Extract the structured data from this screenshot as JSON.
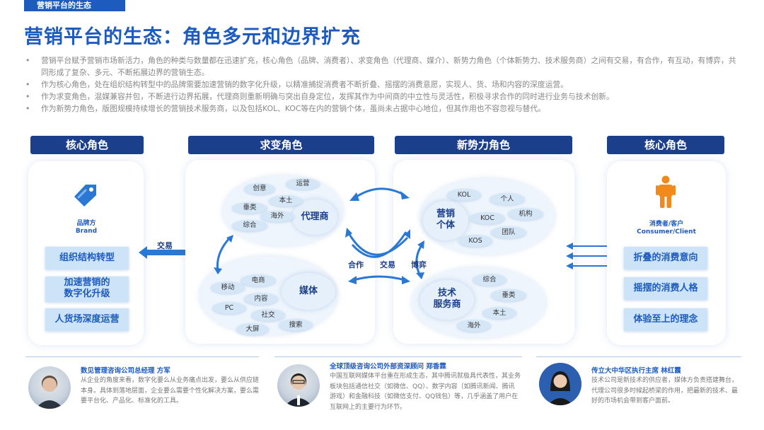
{
  "header": {
    "tag": "营销平台的生态",
    "title": "营销平台的生态：角色多元和边界扩充",
    "bullets": [
      "营销平台赋予营销市场新活力，角色的种类与数量都在迅速扩充，核心角色（品牌、消费者）、求变角色（代理商、媒介）、新势力角色（个体新势力、技术服务商）之间有交易，有合作，有互动，有博弈，共同形成了复杂、多元、不断拓展边界的营销生态。",
      "作为核心角色，处在组织结构转型中的品牌需要加速营销的数字化升级，以精准捕捉消费者不断折叠、摇摆的消费意愿，实现人、货、场和内容的深度运营。",
      "作为求变角色，混媒兼容并包，不断进行边界拓展，代理商则重新明确与突出自身定位，发挥其作为中间商的中立性与灵活性，积极寻求合作的同时进行业务与技术创新。",
      "作为新势力角色，版图规模持续增长的营销技术服务商，以及包括KOL、KOC等在内的营销个体，虽尚未占据中心地位，但其作用也不容忽视与替代。"
    ]
  },
  "sections": {
    "core_left": "核心角色",
    "change": "求变角色",
    "new_force": "新势力角色",
    "core_right": "核心角色"
  },
  "brand": {
    "label_cn": "品牌方",
    "label_en": "Brand",
    "icon": "price-tag-icon",
    "items": [
      "组织结构转型",
      "加速营销的数字化升级",
      "人货场深度运营"
    ],
    "items_display": [
      "组织结构转型",
      "加速营销的\n数字化升级",
      "人货场深度运营"
    ]
  },
  "consumer": {
    "label": "消费者/客户",
    "label_en": "Consumer/Client",
    "icon": "person-icon",
    "items": [
      "折叠的消费意向",
      "摇摆的消费人格",
      "体验至上的理念"
    ]
  },
  "arrows": {
    "trade": "交易",
    "cooperate": "合作",
    "trade_mid": "交易",
    "game": "博弈"
  },
  "agency": {
    "name": "代理商",
    "tags": [
      "创意",
      "运营",
      "本土",
      "垂类",
      "海外",
      "综合"
    ]
  },
  "media": {
    "name": "媒体",
    "tags": [
      "电商",
      "移动",
      "内容",
      "PC",
      "社交",
      "大屏",
      "搜索"
    ]
  },
  "individual": {
    "name": "营销\n个体",
    "tags": [
      "KOL",
      "个人",
      "KOC",
      "机构",
      "团队",
      "KOS"
    ]
  },
  "tech": {
    "name": "技术\n服务商",
    "tags": [
      "综合",
      "垂类",
      "本土",
      "海外"
    ]
  },
  "quotes": [
    {
      "name": "数见管理咨询公司总经理 方军",
      "text": "从企业的角度来看，数字化要么从业务痛点出发，要么从供应链本身。具体到落地层面，企业要么需要个性化解决方案，要么需要平台化、产品化、标准化的工具。"
    },
    {
      "name": "全球顶级咨询公司外部资深顾问 郑香霖",
      "text": "中国互联网媒体平台重在形成生态，其中腾讯就极具代表性，其业务板块包括通信社交（如微信、QQ）、数字内容（如腾讯新闻、腾讯游戏）和金融科技（如微信支付、QQ钱包）等，几乎涵盖了用户在互联网上的主要行为环节。"
    },
    {
      "name": "传立大中华区执行主席 林红霞",
      "text": "技术公司是新技术的供应者，媒体方负责搭建舞台，代理公司很多时候起桥梁的作用，把最新的技术、最好的市场机会带到客户面前。"
    }
  ],
  "colors": {
    "primary": "#1d5bbf",
    "dark": "#1b3f8a",
    "chip": "#cde3f7",
    "person": "#f08a1c"
  }
}
